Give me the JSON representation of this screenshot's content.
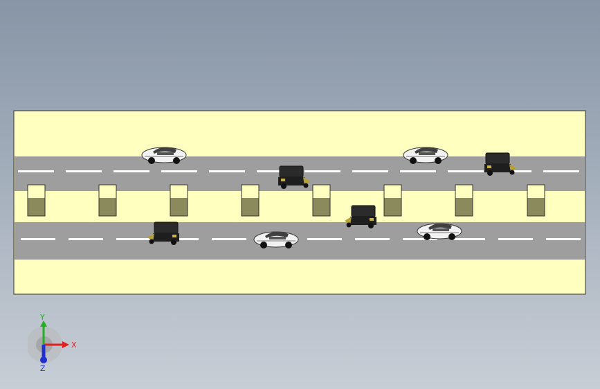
{
  "viewport": {
    "background_top": "#8795a6",
    "background_bottom": "#c8ced6"
  },
  "scene": {
    "ground_color": "#ffffc0",
    "road_color": "#9e9e9e",
    "lane_marking_color": "#ffffff",
    "pillar_top_color": "#ffffc0",
    "pillar_bottom_color": "#8a8a5c",
    "outline_color": "#333333",
    "roads": [
      {
        "name": "upper-road",
        "vehicles": [
          {
            "type": "sedan",
            "color": "#f2f2f2"
          },
          {
            "type": "sedan",
            "color": "#f2f2f2"
          },
          {
            "type": "auto-rickshaw",
            "color": "#2b2b2b"
          },
          {
            "type": "auto-rickshaw",
            "color": "#2b2b2b"
          }
        ]
      },
      {
        "name": "lower-road",
        "vehicles": [
          {
            "type": "auto-rickshaw",
            "color": "#2b2b2b"
          },
          {
            "type": "sedan",
            "color": "#f2f2f2"
          },
          {
            "type": "sedan",
            "color": "#f2f2f2"
          }
        ]
      }
    ],
    "median_pillars": 8,
    "extra_vehicle": {
      "type": "auto-rickshaw",
      "color": "#2b2b2b"
    }
  },
  "triad": {
    "x_label": "X",
    "y_label": "Y",
    "z_label": "Z",
    "x_color": "#e02020",
    "y_color": "#20b020",
    "z_color": "#2030d0"
  }
}
